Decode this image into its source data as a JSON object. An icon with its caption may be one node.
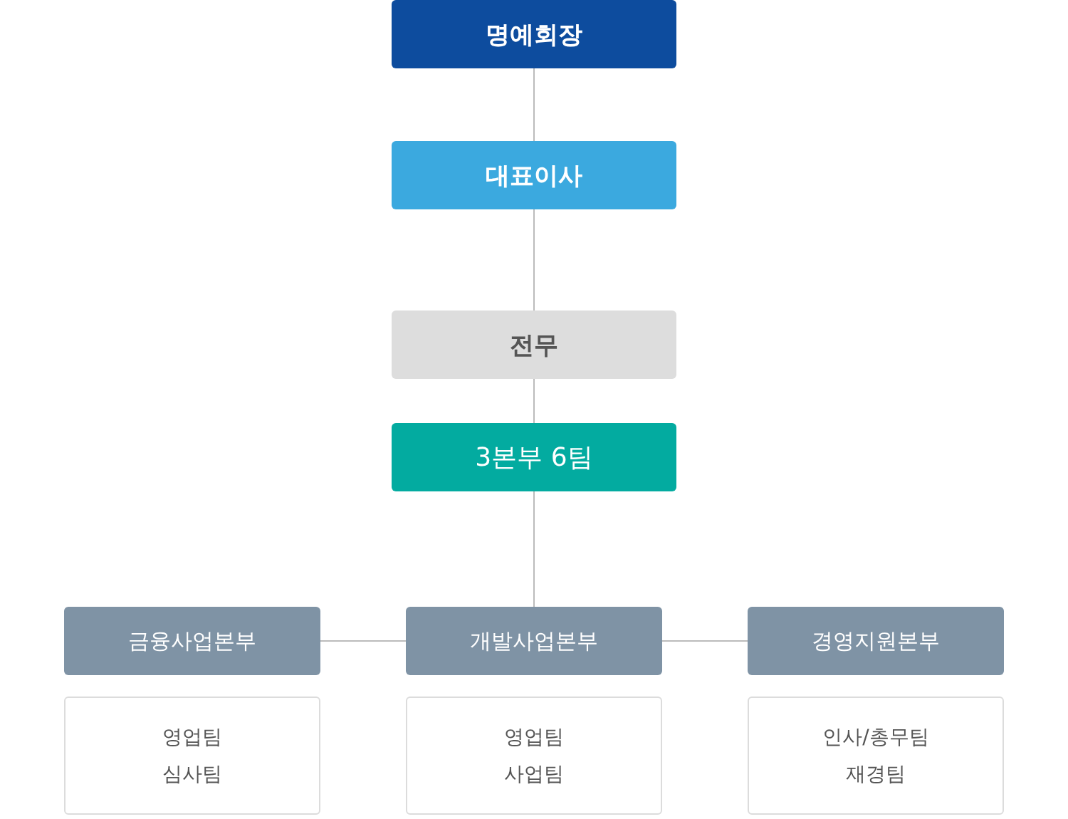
{
  "diagram": {
    "nodes": [
      {
        "text": [
          "명예회장"
        ]
      },
      {
        "text": [
          "대표이사"
        ]
      },
      {
        "text": [
          "전무"
        ]
      },
      {
        "text": [
          "3본부 6팀"
        ]
      },
      {
        "text": [
          "금융사업본부"
        ]
      },
      {
        "text": [
          "개발사업본부"
        ]
      },
      {
        "text": [
          "경영지원본부"
        ]
      },
      {
        "text": [
          "영업팀",
          "심사팀"
        ]
      },
      {
        "text": [
          "영업팀",
          "사업팀"
        ]
      },
      {
        "text": [
          "인사/총무팀",
          "재경팀"
        ]
      }
    ],
    "edges": [
      {
        "from": 0,
        "to": 1,
        "arrow": "none"
      },
      {
        "from": 1,
        "to": 2,
        "arrow": "none"
      },
      {
        "from": 2,
        "to": 3,
        "arrow": "none"
      },
      {
        "from": 3,
        "to": 5,
        "arrow": "none"
      },
      {
        "from": 4,
        "to": 5,
        "arrow": "none"
      },
      {
        "from": 5,
        "to": 6,
        "arrow": "none"
      }
    ]
  }
}
